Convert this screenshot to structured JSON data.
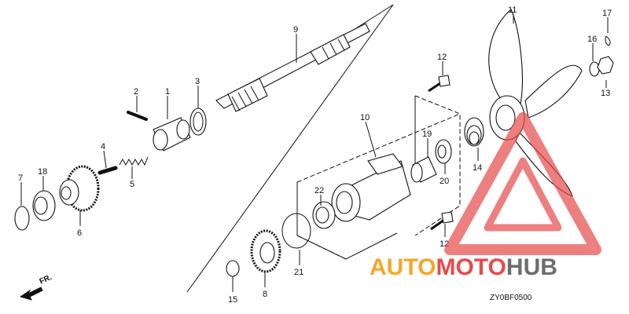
{
  "diagram": {
    "callouts": [
      {
        "id": "c1",
        "label": "1"
      },
      {
        "id": "c2",
        "label": "2"
      },
      {
        "id": "c3",
        "label": "3"
      },
      {
        "id": "c4",
        "label": "4"
      },
      {
        "id": "c5",
        "label": "5"
      },
      {
        "id": "c6",
        "label": "6"
      },
      {
        "id": "c7",
        "label": "7"
      },
      {
        "id": "c8",
        "label": "8"
      },
      {
        "id": "c9",
        "label": "9"
      },
      {
        "id": "c10",
        "label": "10"
      },
      {
        "id": "c11",
        "label": "11"
      },
      {
        "id": "c12a",
        "label": "12"
      },
      {
        "id": "c12b",
        "label": "12"
      },
      {
        "id": "c13",
        "label": "13"
      },
      {
        "id": "c14",
        "label": "14"
      },
      {
        "id": "c15",
        "label": "15"
      },
      {
        "id": "c16",
        "label": "16"
      },
      {
        "id": "c17",
        "label": "17"
      },
      {
        "id": "c18",
        "label": "18"
      },
      {
        "id": "c19",
        "label": "19"
      },
      {
        "id": "c20",
        "label": "20"
      },
      {
        "id": "c21",
        "label": "21"
      },
      {
        "id": "c22",
        "label": "22"
      }
    ],
    "direction_label": "FR.",
    "part_number": "ZY0BF0500"
  },
  "watermark": {
    "brand_part1": "AUTO",
    "brand_part2": "MOTO",
    "brand_part3": "HUB",
    "colors": {
      "orange": "#f4a72a",
      "red": "#e84a4a",
      "gray": "#6d6d6d"
    }
  },
  "icons": {
    "direction": "arrow-icon",
    "logo": "triangle-logo-icon"
  }
}
